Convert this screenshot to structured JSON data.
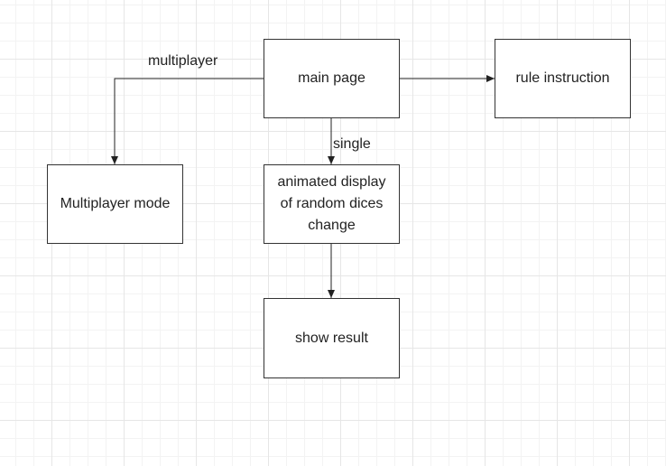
{
  "nodes": {
    "main_page": "main page",
    "rule_instruction": "rule instruction",
    "multiplayer_mode": "Multiplayer mode",
    "animated_display": "animated display of random dices change",
    "show_result": "show result"
  },
  "edges": {
    "multiplayer_label": "multiplayer",
    "single_label": "single"
  }
}
